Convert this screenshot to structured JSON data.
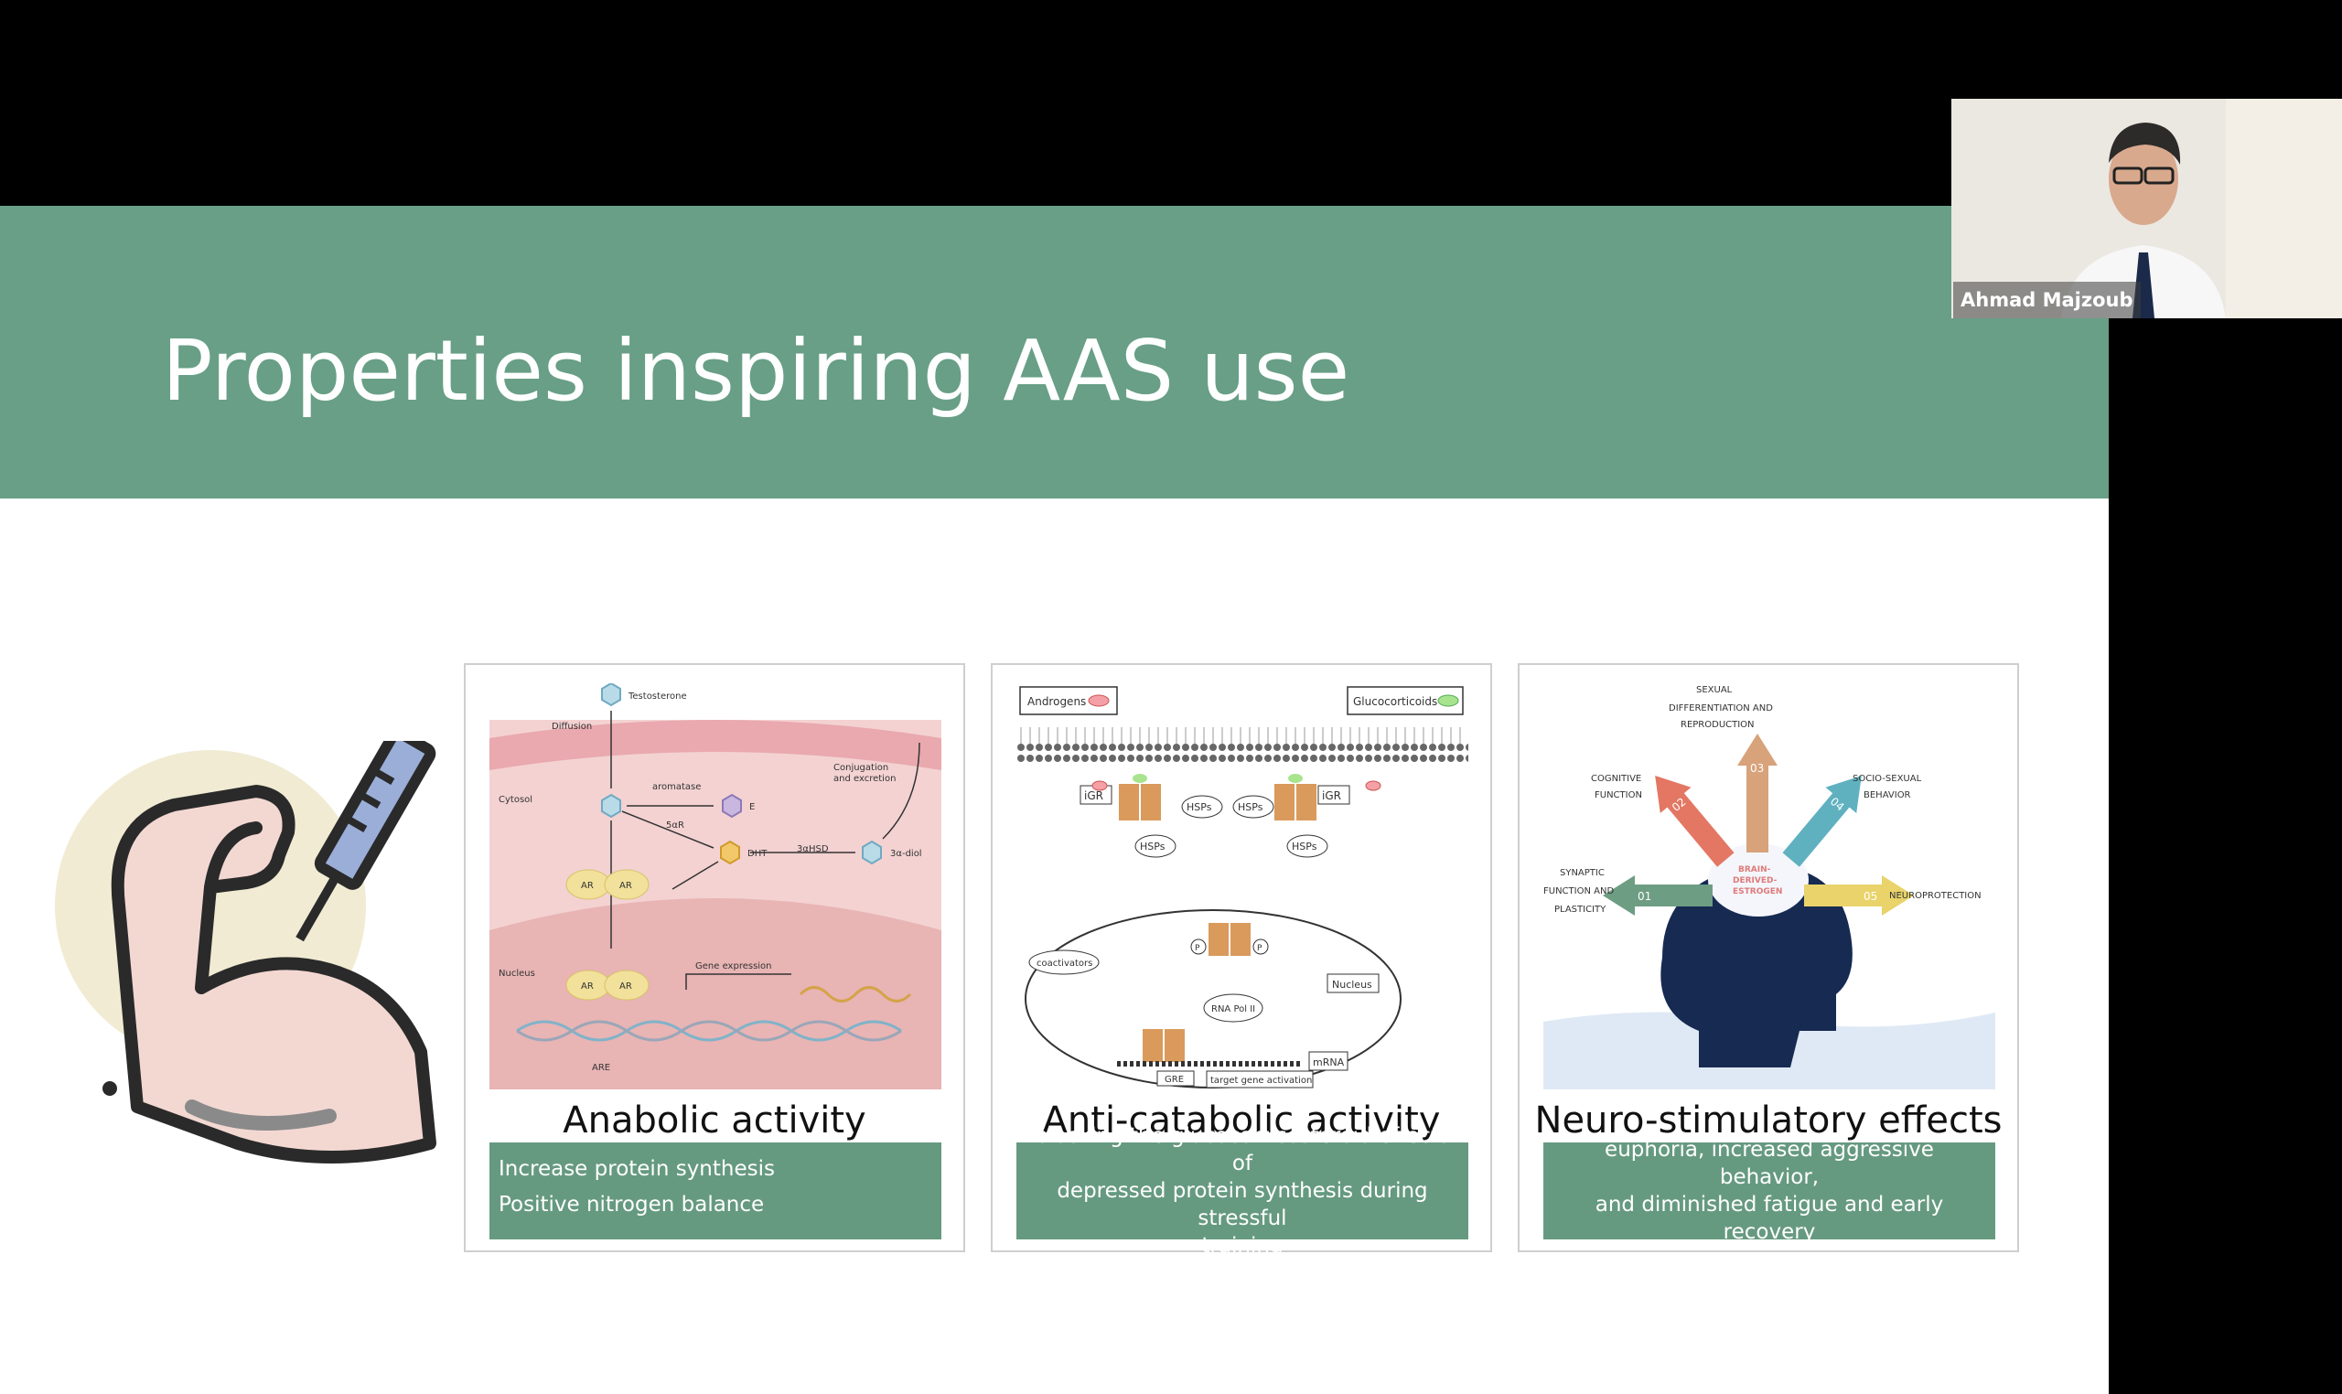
{
  "slide": {
    "title": "Properties inspiring AAS use",
    "colors": {
      "band": "#689f86",
      "box": "#669a80",
      "page": "#ffffff"
    },
    "cards": [
      {
        "title": "Anabolic activity",
        "bullets": [
          "Increase protein synthesis",
          "Positive nitrogen balance"
        ],
        "figure_labels": {
          "testosterone": "Testosterone",
          "diffusion": "Diffusion",
          "cytosol": "Cytosol",
          "aromatase": "aromatase",
          "e2": "E",
          "five_ar": "5αR",
          "dht": "DHT",
          "three_ahsd": "3αHSD",
          "three_adiol": "3α-diol",
          "conjugation": "Conjugation",
          "excretion": "and excretion",
          "nucleus": "Nucleus",
          "ar": "AR",
          "gene_expression": "Gene expression",
          "are": "ARE"
        }
      },
      {
        "title": "Anti-catabolic activity",
        "text_lines": [
          "blocking the glucocorticosteroid effects of",
          "depressed protein synthesis during stressful",
          "training"
        ],
        "figure_labels": {
          "androgens": "Androgens",
          "glucocorticoids": "Glucocorticoids",
          "igr": "iGR",
          "hsps": "HSPs",
          "coactivators": "coactivators",
          "nucleus": "Nucleus",
          "rna_pol": "RNA Pol II",
          "mrna": "mRNA",
          "gre": "GRE",
          "target": "target gene activation",
          "p": "P"
        }
      },
      {
        "title": "Neuro-stimulatory effects",
        "text_lines": [
          "euphoria, increased aggressive behavior,",
          "and diminished fatigue and early recovery"
        ],
        "figure_labels": {
          "sexual_1": "SEXUAL",
          "sexual_2": "DIFFERENTIATION AND",
          "sexual_3": "REPRODUCTION",
          "cognitive_1": "COGNITIVE",
          "cognitive_2": "FUNCTION",
          "socio_1": "SOCIO-SEXUAL",
          "socio_2": "BEHAVIOR",
          "synaptic_1": "SYNAPTIC",
          "synaptic_2": "FUNCTION AND",
          "synaptic_3": "PLASTICITY",
          "neuro": "NEUROPROTECTION",
          "brain_1": "BRAIN-",
          "brain_2": "DERIVED-",
          "brain_3": "ESTROGEN",
          "n01": "01",
          "n02": "02",
          "n03": "03",
          "n04": "04",
          "n05": "05"
        }
      }
    ]
  },
  "webcam": {
    "name": "Ahmad Majzoub"
  }
}
